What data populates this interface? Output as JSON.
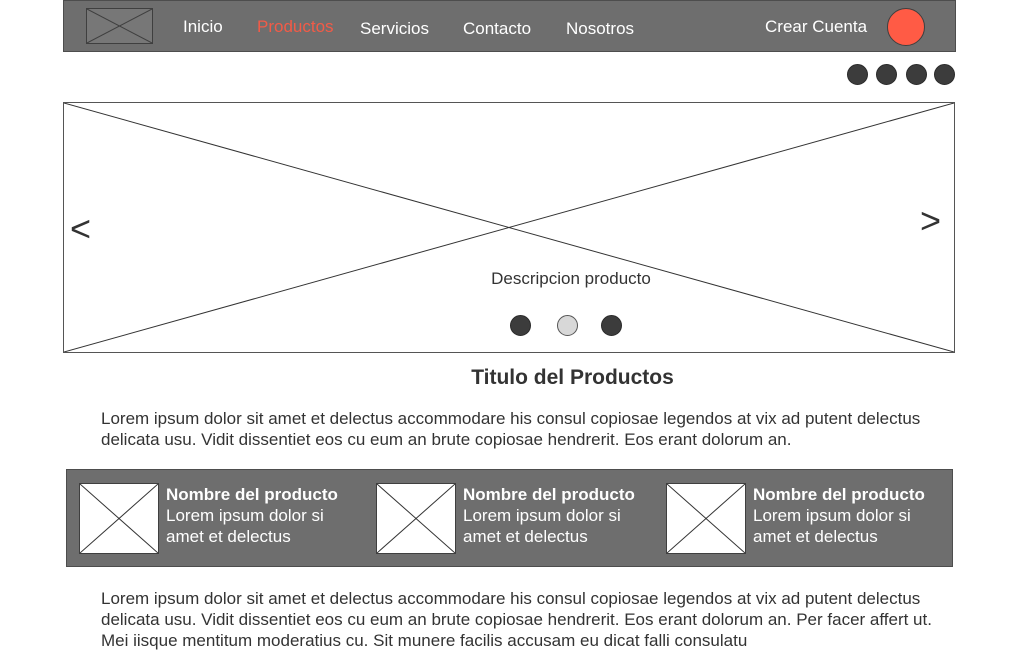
{
  "nav": {
    "logo_icon": "image-placeholder-icon",
    "links": [
      {
        "label": "Inicio",
        "active": false
      },
      {
        "label": "Productos",
        "active": true
      },
      {
        "label": "Servicios",
        "active": false
      },
      {
        "label": "Contacto",
        "active": false
      },
      {
        "label": "Nosotros",
        "active": false
      }
    ],
    "create_account": "Crear Cuenta",
    "avatar_color": "#ff5b45",
    "active_color": "#f25b47"
  },
  "social": {
    "icons": [
      "social-icon-1",
      "social-icon-2",
      "social-icon-3",
      "social-icon-4"
    ]
  },
  "carousel": {
    "prev": "<",
    "next": ">",
    "caption": "Descripcion producto",
    "indicators": [
      false,
      true,
      false
    ]
  },
  "section": {
    "title": "Titulo del Productos",
    "intro": "Lorem ipsum dolor sit amet et delectus accommodare his consul copiosae legendos at vix ad putent delectus delicata usu. Vidit dissentiet eos cu eum an brute copiosae hendrerit. Eos erant dolorum an."
  },
  "products": [
    {
      "name": "Nombre del producto",
      "desc": "Lorem ipsum dolor si amet et delectus"
    },
    {
      "name": "Nombre del producto",
      "desc": "Lorem ipsum dolor si amet et delectus"
    },
    {
      "name": "Nombre del producto",
      "desc": "Lorem ipsum dolor si amet et delectus"
    }
  ],
  "footer_text": "Lorem ipsum dolor sit amet et delectus accommodare his consul copiosae legendos at vix ad putent delectus delicata usu. Vidit dissentiet eos cu eum an brute copiosae hendrerit. Eos erant dolorum an. Per facer affert ut. Mei iisque mentitum moderatius cu. Sit munere facilis accusam eu dicat falli consulatu"
}
